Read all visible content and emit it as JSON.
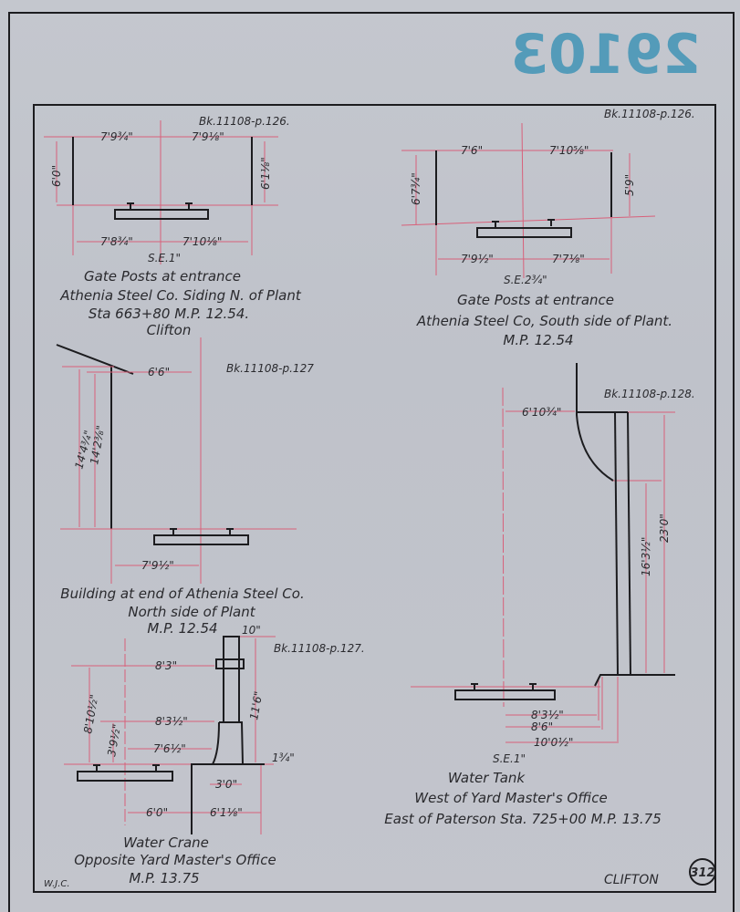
{
  "stamp": {
    "text": "29103",
    "color": "#2f8db3"
  },
  "drawings": [
    {
      "book_ref": "Bk.11108-p.126.",
      "dimensions": [
        "7'9¾\"",
        "7'9⅛\"",
        "6'0\"",
        "6'1⅛\"",
        "7'8¾\"",
        "7'10⅛\""
      ],
      "se_note": "S.E.1\"",
      "title_lines": [
        "Gate Posts at entrance",
        "Athenia Steel Co. Siding N. of Plant",
        "Sta 663+80 M.P. 12.54.",
        "Clifton"
      ]
    },
    {
      "book_ref": "Bk.11108-p.126.",
      "dimensions": [
        "7'6\"",
        "7'10⅝\"",
        "6'7¾\"",
        "5'9\"",
        "7'9½\"",
        "7'7⅛\""
      ],
      "se_note": "S.E.2¾\"",
      "title_lines": [
        "Gate Posts at entrance",
        "Athenia Steel Co, South side of Plant.",
        "M.P. 12.54"
      ]
    },
    {
      "book_ref": "Bk.11108-p.127",
      "dimensions": [
        "6'6\"",
        "14'4¾\"",
        "14'2⅜\"",
        "7'9½\""
      ],
      "title_lines": [
        "Building at end of Athenia Steel Co.",
        "North side of Plant",
        "M.P. 12.54"
      ]
    },
    {
      "book_ref": "Bk.11108-p.127.",
      "dimensions": [
        "10\"",
        "8'3\"",
        "8'10½\"",
        "8'3½\"",
        "3'9½\"",
        "7'6½\"",
        "11'6\"",
        "1¾\"",
        "3'0\"",
        "6'0\"",
        "6'1⅛\""
      ],
      "title_lines": [
        "Water Crane",
        "Opposite Yard Master's Office",
        "M.P. 13.75"
      ]
    },
    {
      "book_ref": "Bk.11108-p.128.",
      "dimensions": [
        "6'10¾\"",
        "16'3½\"",
        "23'0\"",
        "8'3½\"",
        "8'6\"",
        "10'0½\""
      ],
      "se_note": "S.E.1\"",
      "title_lines": [
        "Water Tank",
        "West of Yard Master's Office",
        "East of Paterson  Sta. 725+00 M.P. 13.75"
      ]
    }
  ],
  "footer": {
    "initials": "W.J.C.",
    "location": "CLIFTON",
    "sheet_number": "312"
  }
}
